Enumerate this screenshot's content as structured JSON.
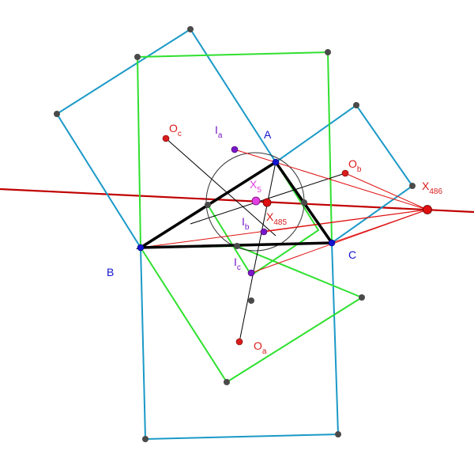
{
  "colors": {
    "square_blue": "#1a99c7",
    "square_green": "#2fe02f",
    "triangle": "#000000",
    "red_line": "#c00000",
    "red_ray": "#e01010",
    "vertex_blue": "#1414d0",
    "center_red": "#d91c1c",
    "incenter_purple": "#7a17c8",
    "corner_gray": "#4a4a4a",
    "x5_magenta": "#e040e0"
  },
  "labels": {
    "A": "A",
    "B": "B",
    "C": "C",
    "Oa": {
      "main": "O",
      "sub": "a"
    },
    "Ob": {
      "main": "O",
      "sub": "b"
    },
    "Oc": {
      "main": "O",
      "sub": "c"
    },
    "Ia": {
      "main": "I",
      "sub": "a"
    },
    "Ib": {
      "main": "I",
      "sub": "b"
    },
    "Ic": {
      "main": "I",
      "sub": "c"
    },
    "X5": {
      "main": "X",
      "sub": "5"
    },
    "X485": {
      "main": "X",
      "sub": "485"
    },
    "X486": {
      "main": "X",
      "sub": "486"
    }
  }
}
